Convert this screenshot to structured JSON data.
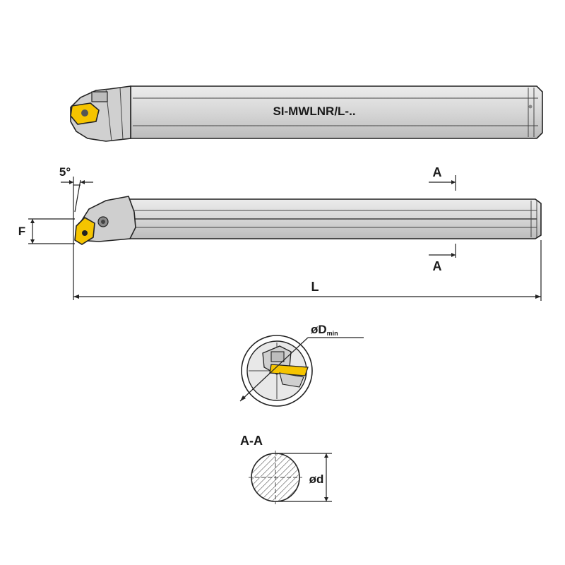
{
  "top_view": {
    "designation": "SI-MWLNR/L-.."
  },
  "side_view": {
    "angle_label": "5°",
    "f_label": "F",
    "section_label_top": "A",
    "section_label_bottom": "A",
    "length_label": "L"
  },
  "front_view": {
    "dmin_prefix": "øD",
    "dmin_subscript": "min"
  },
  "section_view": {
    "title": "A-A",
    "diameter_label": "ød"
  },
  "colors": {
    "body_fill": "#d9d9d9",
    "body_shade": "#bdbdbd",
    "insert_fill": "#f5c400",
    "outline": "#222222"
  }
}
